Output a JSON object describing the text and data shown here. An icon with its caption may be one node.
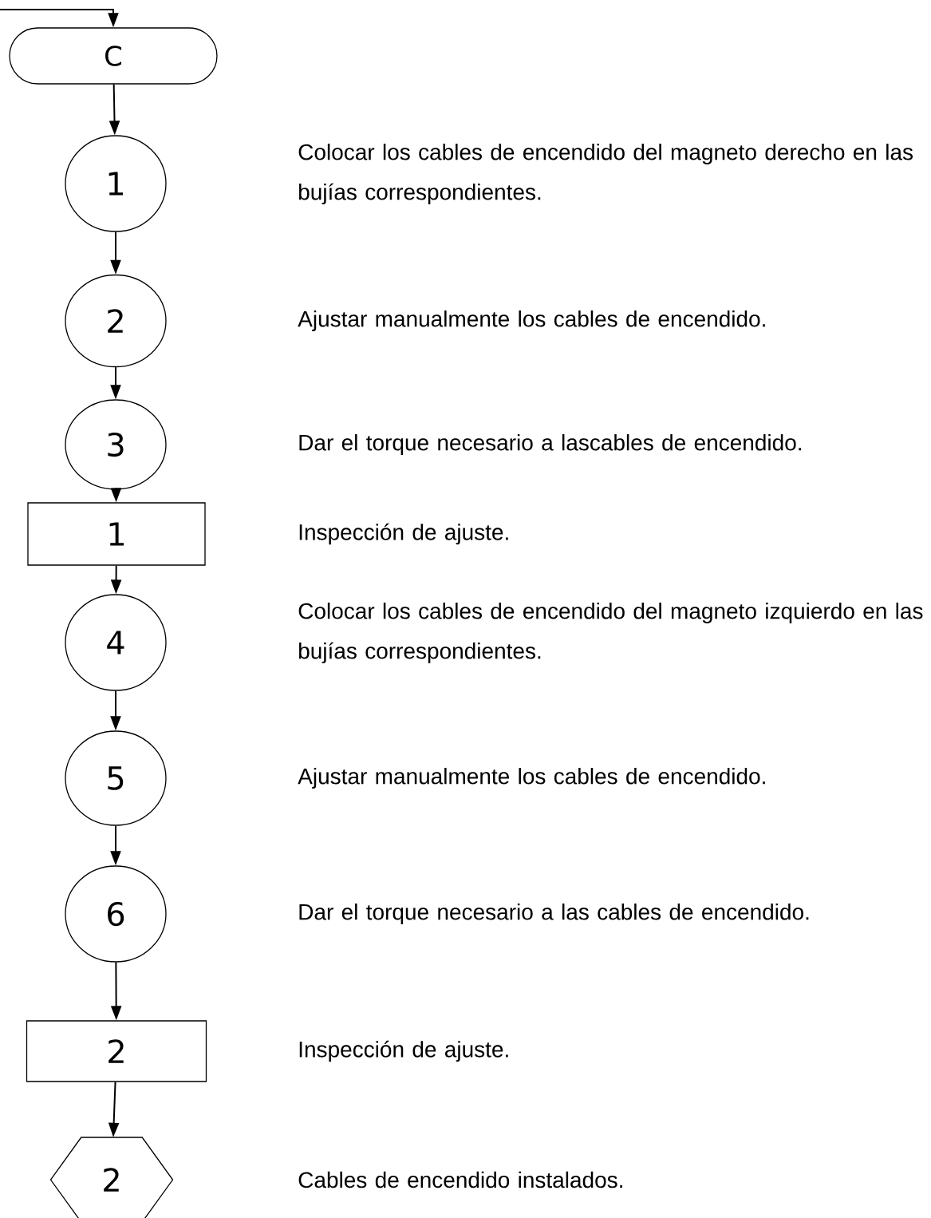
{
  "diagram": {
    "nodes": [
      {
        "text": [
          "C"
        ]
      },
      {
        "text": [
          "1"
        ]
      },
      {
        "text": [
          "2"
        ]
      },
      {
        "text": [
          "3"
        ]
      },
      {
        "text": [
          "1"
        ]
      },
      {
        "text": [
          "4"
        ]
      },
      {
        "text": [
          "5"
        ]
      },
      {
        "text": [
          "6"
        ]
      },
      {
        "text": [
          "2"
        ]
      },
      {
        "text": [
          "2"
        ]
      }
    ],
    "edges": [
      {
        "from": null,
        "to": 0,
        "arrow": "to"
      },
      {
        "from": 0,
        "to": 1,
        "arrow": "to"
      },
      {
        "from": 1,
        "to": 2,
        "arrow": "to"
      },
      {
        "from": 2,
        "to": 3,
        "arrow": "to"
      },
      {
        "from": 3,
        "to": 4,
        "arrow": "to"
      },
      {
        "from": 4,
        "to": 5,
        "arrow": "to"
      },
      {
        "from": 5,
        "to": 6,
        "arrow": "to"
      },
      {
        "from": 6,
        "to": 7,
        "arrow": "to"
      },
      {
        "from": 7,
        "to": 8,
        "arrow": "to"
      },
      {
        "from": 8,
        "to": 9,
        "arrow": "to"
      }
    ],
    "labels": [
      "Colocar los cables de encendido del magneto derecho en las bujías correspondientes.",
      "Ajustar manualmente los cables de encendido.",
      "Dar el torque necesario a lascables de encendido.",
      "Inspección de ajuste.",
      "Colocar los cables de encendido del magneto izquierdo en las bujías correspondientes.",
      "Ajustar manualmente los cables de encendido.",
      "Dar el torque necesario a las cables de encendido.",
      "Inspección de ajuste.",
      "Cables de encendido instalados."
    ]
  }
}
